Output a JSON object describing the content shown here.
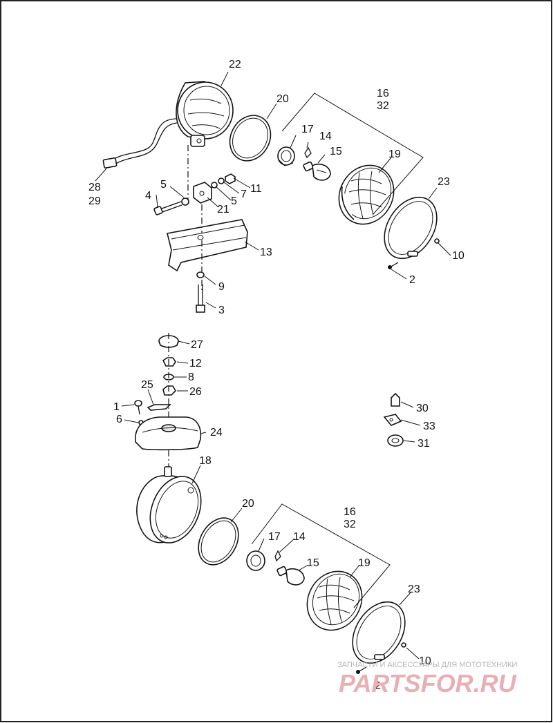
{
  "diagram": {
    "labels": {
      "top_22": "22",
      "top_20": "20",
      "top_16": "16",
      "top_32": "32",
      "top_17": "17",
      "top_14": "14",
      "top_15": "15",
      "top_19": "19",
      "top_23": "23",
      "top_10": "10",
      "top_2": "2",
      "top_28": "28",
      "top_29": "29",
      "top_4": "4",
      "top_5a": "5",
      "top_5b": "5",
      "top_7": "7",
      "top_11": "11",
      "top_21": "21",
      "top_13": "13",
      "top_9": "9",
      "top_3": "3",
      "mid_27": "27",
      "mid_12": "12",
      "mid_8": "8",
      "mid_25": "25",
      "mid_26": "26",
      "mid_1": "1",
      "mid_6": "6",
      "mid_24": "24",
      "mid_30": "30",
      "mid_33": "33",
      "mid_31": "31",
      "bot_18": "18",
      "bot_20": "20",
      "bot_16": "16",
      "bot_32": "32",
      "bot_17": "17",
      "bot_14": "14",
      "bot_15": "15",
      "bot_19": "19",
      "bot_23": "23",
      "bot_10": "10",
      "bot_2": "2"
    }
  },
  "watermark": {
    "tagline": "ЗАПЧАСТИ И АКСЕССУАРЫ ДЛЯ МОТОТЕХНИКИ",
    "brand": "PARTSFOR.RU",
    "brand_color": "#e8b0b5"
  }
}
